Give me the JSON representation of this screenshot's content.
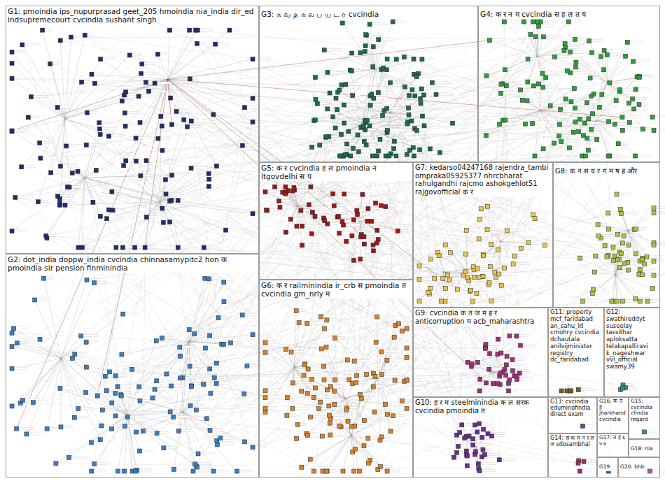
{
  "diagram": {
    "nodes": [
      {
        "text": [
          "G1: pmoindia ips_nupurprasad geet_205 hmoindia nia_india dir_ed indsupremecourt cvcindia sushant singh"
        ]
      },
      {
        "text": [
          "G2: dot_india doppw_india cvcindia chinnasamypitc2 hon क pmoindia sir pension finminindia"
        ]
      },
      {
        "text": [
          "G3: க வ த க ல ப ய ட ர cvcindia"
        ]
      },
      {
        "text": [
          "G4: क र न म cvcindia स ह ल त य"
        ]
      },
      {
        "text": [
          "G5: क र cvcindia ह ल pmoindia न ltgovdelhi स प"
        ]
      },
      {
        "text": [
          "G6: क र railminindia ir_crb स pmoindia त cvcindia gm_nrly म"
        ]
      },
      {
        "text": [
          "G7: kedarso04247168 rajendra_tambi ompraka05925377 nhrcbharat rahulgandhi rajcmo ashokgehlot51 rajgovofficial क र"
        ]
      },
      {
        "text": [
          "G8: क न स य र ग म ष ह और"
        ]
      },
      {
        "text": [
          "G9: cvcindia क त ज म ह र anticorruption म acb_maharashtra"
        ]
      },
      {
        "text": [
          "G10: ह र म steelminindia क ल सरक cvcindia pmoindia त"
        ]
      },
      {
        "text": [
          "G11: property mcf_faridabad an_sahu_ld cmohry cvcindia dchautala anilvijminister registry dc_faridabad"
        ]
      },
      {
        "text": [
          "G12: swathireddyt suseelay tassithar aploksatta telakapalliravi k_nageshwar vvl_official swamy39"
        ]
      },
      {
        "text": [
          "G13: cvcindia eduminofindia direct exam"
        ]
      },
      {
        "text": [
          "G16: क त ह jharkhand cvcindia"
        ]
      },
      {
        "text": [
          "G15: cvcindia cfindia regard"
        ]
      },
      {
        "text": [
          "G14: स क म न र ल ज sdosambhal"
        ]
      },
      {
        "text": [
          "G17: त ह ६ ५ ७"
        ]
      },
      {
        "text": [
          "G18: nia"
        ]
      },
      {
        "text": [
          "G19"
        ]
      },
      {
        "text": [
          "G20: bhb"
        ]
      }
    ]
  }
}
